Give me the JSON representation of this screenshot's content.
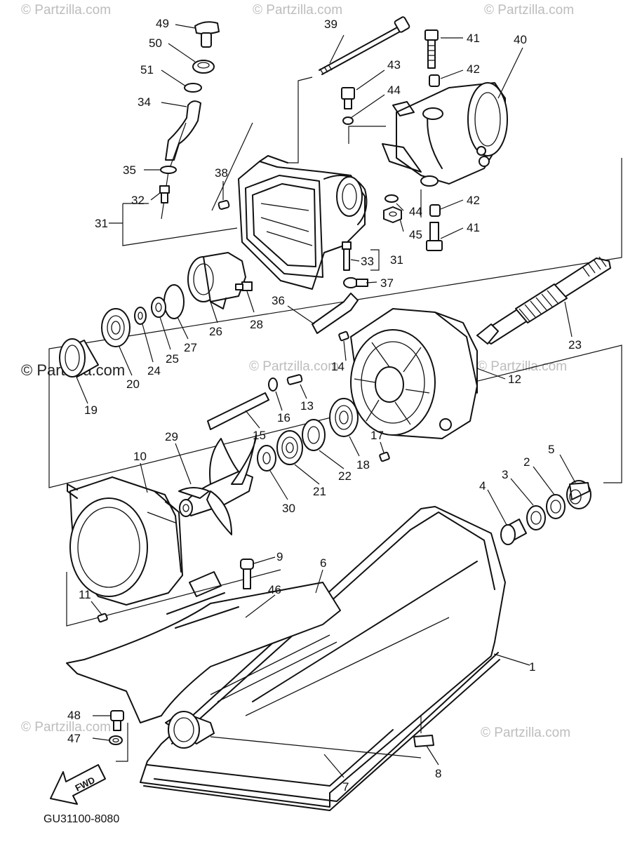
{
  "diagram": {
    "diagram_code": "GU31100-8080",
    "watermark": "© Partzilla.com",
    "direction_label": "FWD",
    "part_numbers": [
      "1",
      "2",
      "3",
      "4",
      "5",
      "6",
      "7",
      "8",
      "9",
      "10",
      "11",
      "12",
      "13",
      "14",
      "15",
      "16",
      "17",
      "18",
      "19",
      "20",
      "21",
      "22",
      "23",
      "24",
      "25",
      "26",
      "27",
      "28",
      "29",
      "30",
      "31",
      "32",
      "33",
      "34",
      "35",
      "36",
      "37",
      "38",
      "39",
      "40",
      "41",
      "42",
      "43",
      "44",
      "45",
      "46",
      "47",
      "48",
      "49",
      "50",
      "51"
    ],
    "labels": {
      "p49": "49",
      "p50": "50",
      "p51": "51",
      "p34": "34",
      "p35": "35",
      "p32": "32",
      "p31a": "31",
      "p38": "38",
      "p39": "39",
      "p43": "43",
      "p44a": "44",
      "p41a": "41",
      "p42a": "42",
      "p40": "40",
      "p44b": "44",
      "p42b": "42",
      "p45": "45",
      "p41b": "41",
      "p33": "33",
      "p31b": "31",
      "p37": "37",
      "p36": "36",
      "p28": "28",
      "p26": "26",
      "p27": "27",
      "p25": "25",
      "p24": "24",
      "p20": "20",
      "p19": "19",
      "p23": "23",
      "p14": "14",
      "p12": "12",
      "p13": "13",
      "p16": "16",
      "p15": "15",
      "p17": "17",
      "p18": "18",
      "p22": "22",
      "p21": "21",
      "p30": "30",
      "p29": "29",
      "p10": "10",
      "p11": "11",
      "p9": "9",
      "p6": "6",
      "p46": "46",
      "p5": "5",
      "p2": "2",
      "p3": "3",
      "p4": "4",
      "p1": "1",
      "p48": "48",
      "p47": "47",
      "p7": "7",
      "p8": "8"
    }
  }
}
